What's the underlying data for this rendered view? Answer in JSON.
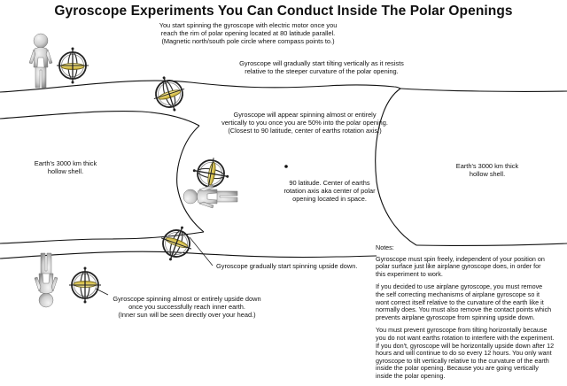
{
  "title": "Gyroscope Experiments You Can Conduct Inside The Polar Openings",
  "captions": {
    "start": [
      "You start spinning the gyroscope with electric motor once you",
      "reach the rim of polar opening located at 80 latitude parallel.",
      "(Magnetic north/south pole circle where compass points to.)"
    ],
    "tilting": [
      "Gyroscope will gradually start tilting vertically as it resists",
      "relative to the steeper curvature of the polar opening."
    ],
    "vertical": [
      "Gyroscope will appear spinning almost or entirely",
      "vertically to you once you are 50% into the polar opening.",
      "(Closest to 90 latitude, center of earths rotation axis.)"
    ],
    "center": [
      "90 latitude. Center of earths",
      "rotation axis aka center of polar",
      "opening located in space."
    ],
    "shell_left": [
      "Earth's 3000 km thick",
      "hollow shell."
    ],
    "shell_right": [
      "Earth's 3000 km thick",
      "hollow shell."
    ],
    "upside_start": [
      "Gyroscope gradually start spinning upside down."
    ],
    "upside_full": [
      "Gyroscope spinning almost or entirely upside down",
      "once you successfully reach inner earth.",
      "(Inner sun will be seen directly over your head.)"
    ]
  },
  "notes": {
    "heading": "Notes:",
    "paragraphs": [
      [
        "Gyroscope must spin freely, independent of your position on",
        "polar surface just like airplane gyroscope does, in order for",
        "this experiment to work."
      ],
      [
        "If you decided to use airplane gyroscope, you must remove",
        "the self correcting mechanisms of airplane gyroscope so it",
        "wont correct itself relative to the curvature of the earth like it",
        "normally does. You must also remove the contact points which",
        "prevents airplane gyroscope from spinning upside down."
      ],
      [
        "You must prevent gyroscope from tilting horizontally because",
        "you do not want earths rotation to interfere with the experiment.",
        "If you don't, gyroscope will be horizontally upside down after 12",
        "hours and will continue to do so every 12 hours. You only want",
        "gyroscope to tilt vertically relative to the curvature of the earth",
        "inside the polar opening. Because you are going vertically",
        "inside the polar opening."
      ]
    ]
  },
  "colors": {
    "line": "#111111",
    "ring_fill": "#ffffff",
    "rotor": "#e8d35a",
    "figure": "#d8d8d8",
    "figure_shadow": "#9a9a9a"
  },
  "icons": [
    "gyroscope-icon",
    "person-figure-icon",
    "center-point-icon"
  ]
}
